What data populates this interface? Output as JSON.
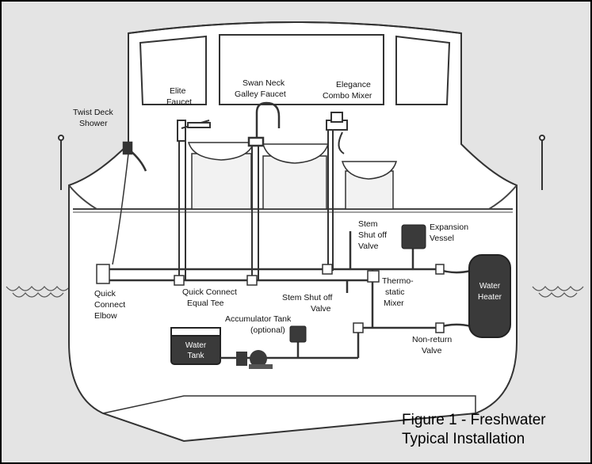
{
  "labels": {
    "twist_deck_shower": [
      "Twist Deck",
      "Shower"
    ],
    "elite_faucet": [
      "Elite",
      "Faucet"
    ],
    "swan_neck": [
      "Swan Neck",
      "Galley Faucet"
    ],
    "elegance": [
      "Elegance",
      "Combo Mixer"
    ],
    "stem_shut_top": [
      "Stem",
      "Shut off",
      "Valve"
    ],
    "expansion_vessel": [
      "Expansion",
      "Vessel"
    ],
    "thermostatic": [
      "Thermo-",
      "static",
      "Mixer"
    ],
    "water_heater": [
      "Water",
      "Heater"
    ],
    "quick_connect_elbow": [
      "Quick",
      "Connect",
      "Elbow"
    ],
    "quick_connect_tee": [
      "Quick Connect",
      "Equal Tee"
    ],
    "stem_shut_mid": [
      "Stem Shut off",
      "Valve"
    ],
    "accumulator": [
      "Accumulator Tank",
      "(optional)"
    ],
    "water_tank": [
      "Water",
      "Tank"
    ],
    "non_return": [
      "Non-return",
      "Valve"
    ]
  },
  "caption": [
    "Figure 1 - Freshwater",
    "Typical Installation"
  ],
  "colors": {
    "background": "#e4e4e4",
    "hull": "#ffffff",
    "outline": "#333333",
    "dark_component": "#3a3a3a"
  }
}
